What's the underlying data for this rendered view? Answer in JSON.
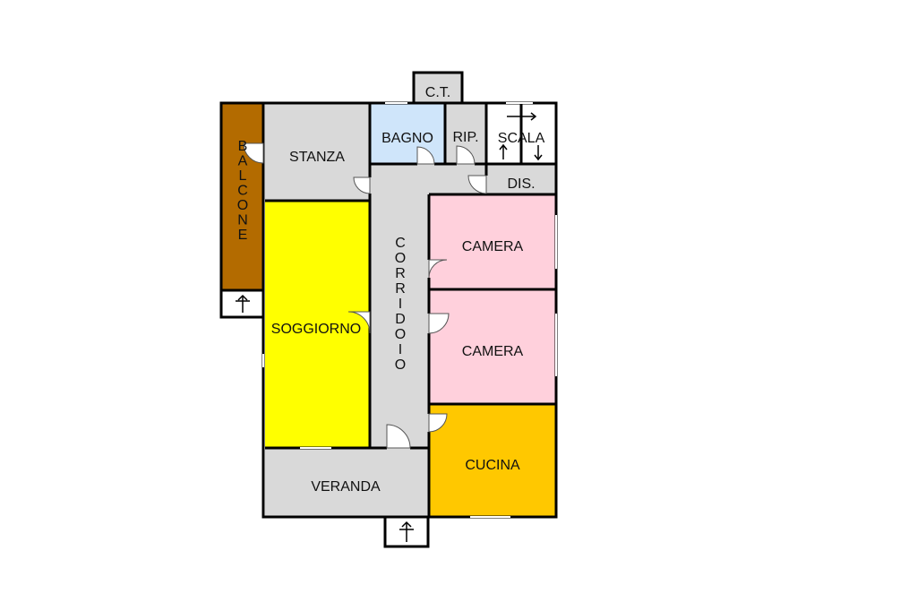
{
  "colors": {
    "corridor_gray": "#d9d9d9",
    "bathroom_blue": "#cfe5fa",
    "bedroom_pink": "#ffd0dc",
    "living_yellow": "#ffff00",
    "kitchen_orange": "#ffc800",
    "balcony_brown": "#b36b00",
    "wall": "#000000"
  },
  "rooms": {
    "ct": "C.T.",
    "stanza": "STANZA",
    "bagno": "BAGNO",
    "rip": "RIP.",
    "scala": "SCALA",
    "dis": "DIS.",
    "camera_1": "CAMERA",
    "camera_2": "CAMERA",
    "soggiorno": "SOGGIORNO",
    "cucina": "CUCINA",
    "veranda": "VERANDA",
    "balcone": [
      "B",
      "A",
      "L",
      "C",
      "O",
      "N",
      "E"
    ],
    "corridoio": [
      "C",
      "O",
      "R",
      "R",
      "I",
      "D",
      "O",
      "I",
      "O"
    ]
  },
  "icons": {
    "entrance_balcony": "entrance-arrow-icon",
    "entrance_veranda": "entrance-arrow-icon",
    "stairs": "stairs-arrows-icon"
  }
}
